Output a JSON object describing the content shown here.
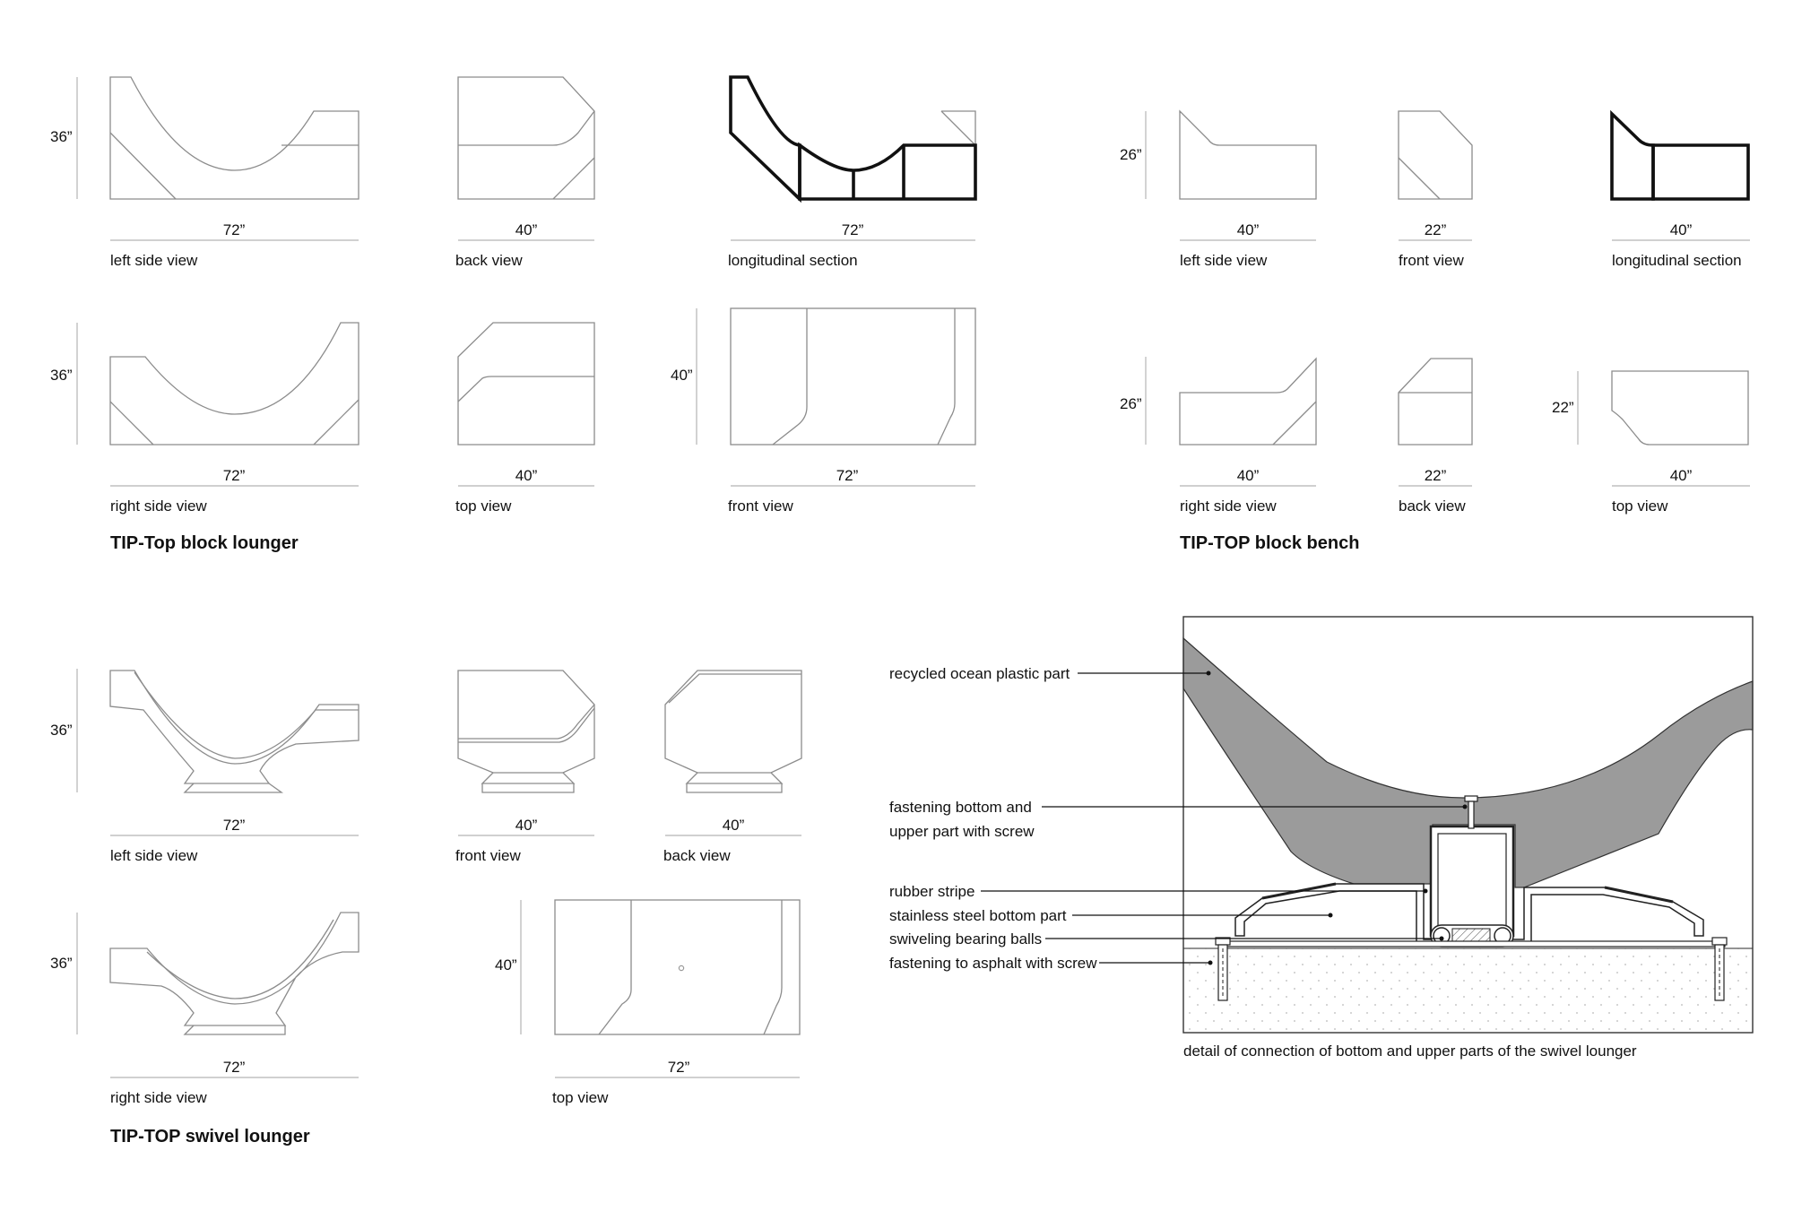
{
  "lounger": {
    "title": "TIP-Top block lounger",
    "left_side_view": "left side view",
    "back_view": "back view",
    "longitudinal_section": "longitudinal section",
    "right_side_view": "right side view",
    "top_view": "top view",
    "front_view": "front view",
    "dims": {
      "h1": "36”",
      "w1": "72”",
      "w2": "40”",
      "w3": "72”",
      "h2": "36”",
      "w4": "72”",
      "w5": "40”",
      "h3": "40”",
      "w6": "72”"
    }
  },
  "bench": {
    "title": "TIP-TOP block bench",
    "left_side_view": "left side view",
    "front_view": "front view",
    "longitudinal_section": "longitudinal section",
    "right_side_view": "right side view",
    "back_view": "back view",
    "top_view": "top view",
    "dims": {
      "h1": "26”",
      "w1": "40”",
      "w2": "22”",
      "w3": "40”",
      "h2": "26”",
      "w4": "40”",
      "w5": "22”",
      "h3": "22”",
      "w6": "40”"
    }
  },
  "swivel": {
    "title": "TIP-TOP swivel lounger",
    "left_side_view": "left side view",
    "front_view": "front view",
    "back_view": "back view",
    "right_side_view": "right side view",
    "top_view": "top view",
    "dims": {
      "h1": "36”",
      "w1": "72”",
      "w2": "40”",
      "w3": "40”",
      "h2": "36”",
      "w4": "72”",
      "h3": "40”",
      "w5": "72”"
    }
  },
  "detail": {
    "caption": "detail of connection of bottom and upper parts of the swivel lounger",
    "labels": {
      "plastic": "recycled ocean plastic part",
      "fastening_1": "fastening  bottom and",
      "fastening_2": "upper part with screw",
      "rubber": "rubber stripe",
      "steel": "stainless steel bottom part",
      "balls": "swiveling bearing balls",
      "asphalt": "fastening to asphalt with screw"
    },
    "colors": {
      "plastic_fill": "#9b9b9b",
      "ground_dots": "#b8b8b8"
    }
  }
}
